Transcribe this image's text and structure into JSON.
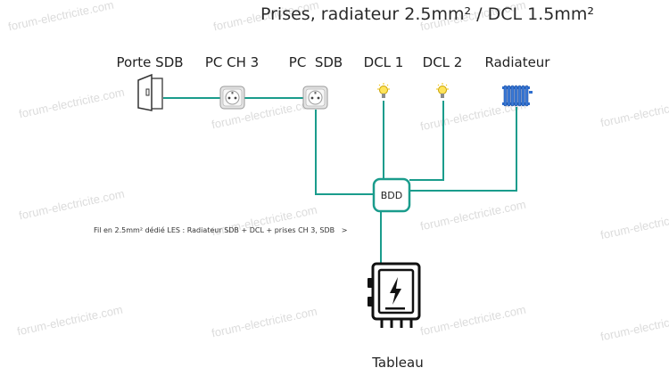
{
  "title": "Prises, radiateur 2.5mm² / DCL 1.5mm²",
  "labels": {
    "porte": "Porte SDB",
    "pc_ch3": "PC CH 3",
    "pc_sdb": "PC  SDB",
    "dcl1": "DCL 1",
    "dcl2": "DCL 2",
    "radiateur": "Radiateur"
  },
  "bdd": "BDD",
  "note": "Fil en 2.5mm² dédié LES : Radiateur SDB + DCL + prises CH 3, SDB   >",
  "tableau": "Tableau",
  "watermark": "forum-electricite.com",
  "colors": {
    "wire": "#1a9c8c",
    "bulb": "#f2c200",
    "radiator": "#2f6fd0"
  },
  "icons": [
    "door-icon",
    "socket-icon",
    "bulb-icon",
    "radiator-icon",
    "electrical-panel-icon"
  ]
}
